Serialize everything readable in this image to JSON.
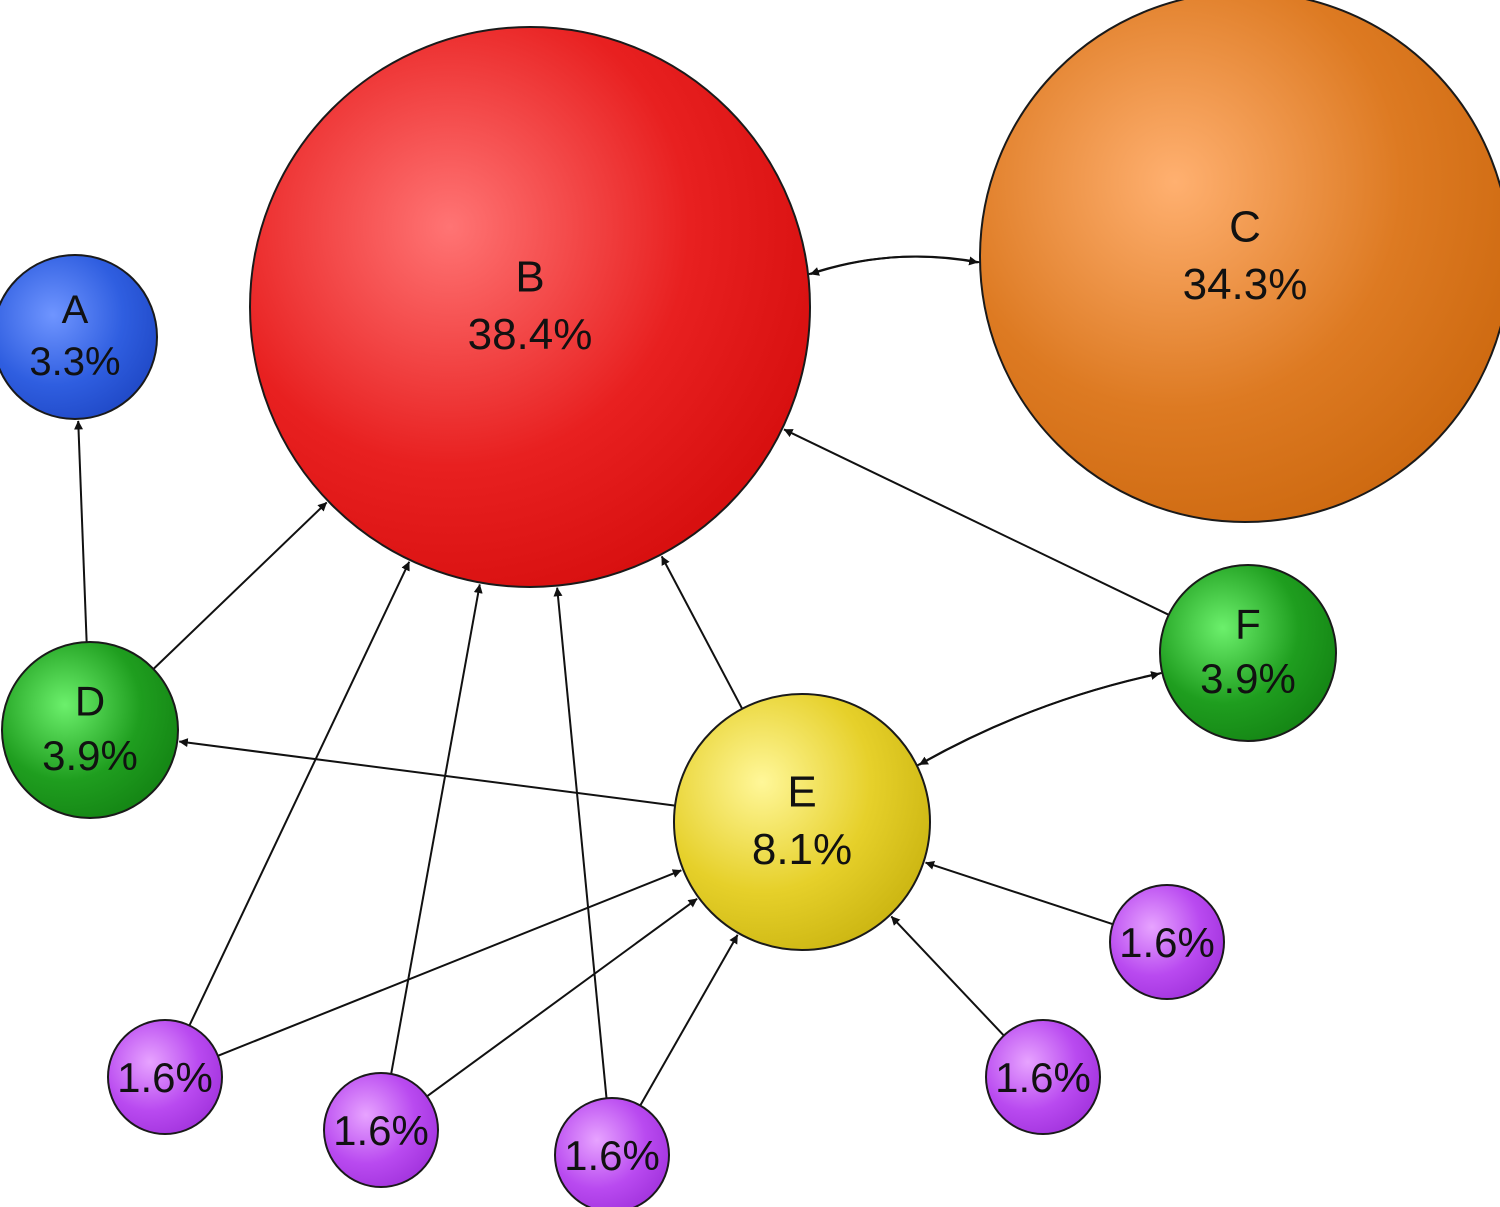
{
  "nodes": [
    {
      "id": "A",
      "label": "A",
      "value": "3.3%",
      "color": "blue"
    },
    {
      "id": "B",
      "label": "B",
      "value": "38.4%",
      "color": "red"
    },
    {
      "id": "C",
      "label": "C",
      "value": "34.3%",
      "color": "orange"
    },
    {
      "id": "D",
      "label": "D",
      "value": "3.9%",
      "color": "green"
    },
    {
      "id": "E",
      "label": "E",
      "value": "8.1%",
      "color": "yellow"
    },
    {
      "id": "F",
      "label": "F",
      "value": "3.9%",
      "color": "green"
    },
    {
      "id": "P1",
      "label": "",
      "value": "1.6%",
      "color": "purple"
    },
    {
      "id": "P2",
      "label": "",
      "value": "1.6%",
      "color": "purple"
    },
    {
      "id": "P3",
      "label": "",
      "value": "1.6%",
      "color": "purple"
    },
    {
      "id": "P4",
      "label": "",
      "value": "1.6%",
      "color": "purple"
    },
    {
      "id": "P5",
      "label": "",
      "value": "1.6%",
      "color": "purple"
    }
  ],
  "edges": [
    {
      "from": "B",
      "to": "C"
    },
    {
      "from": "C",
      "to": "B"
    },
    {
      "from": "D",
      "to": "A"
    },
    {
      "from": "D",
      "to": "B"
    },
    {
      "from": "E",
      "to": "B"
    },
    {
      "from": "E",
      "to": "D"
    },
    {
      "from": "E",
      "to": "F"
    },
    {
      "from": "F",
      "to": "B"
    },
    {
      "from": "F",
      "to": "E"
    },
    {
      "from": "P1",
      "to": "B"
    },
    {
      "from": "P1",
      "to": "E"
    },
    {
      "from": "P2",
      "to": "B"
    },
    {
      "from": "P2",
      "to": "E"
    },
    {
      "from": "P3",
      "to": "B"
    },
    {
      "from": "P3",
      "to": "E"
    },
    {
      "from": "P4",
      "to": "E"
    },
    {
      "from": "P5",
      "to": "E"
    }
  ],
  "palette": {
    "blue": {
      "light": "#6f95ff",
      "mid": "#2f5ee0",
      "dark": "#1236b0"
    },
    "red": {
      "light": "#ff7474",
      "mid": "#e82020",
      "dark": "#c80000"
    },
    "orange": {
      "light": "#ffb070",
      "mid": "#dd7a22",
      "dark": "#bf5a00"
    },
    "green": {
      "light": "#6cf06c",
      "mid": "#1f9e1f",
      "dark": "#0b6f0b"
    },
    "yellow": {
      "light": "#fff799",
      "mid": "#e6d02a",
      "dark": "#b8a200"
    },
    "purple": {
      "light": "#e7a3ff",
      "mid": "#b94af0",
      "dark": "#8d1fcc"
    }
  }
}
